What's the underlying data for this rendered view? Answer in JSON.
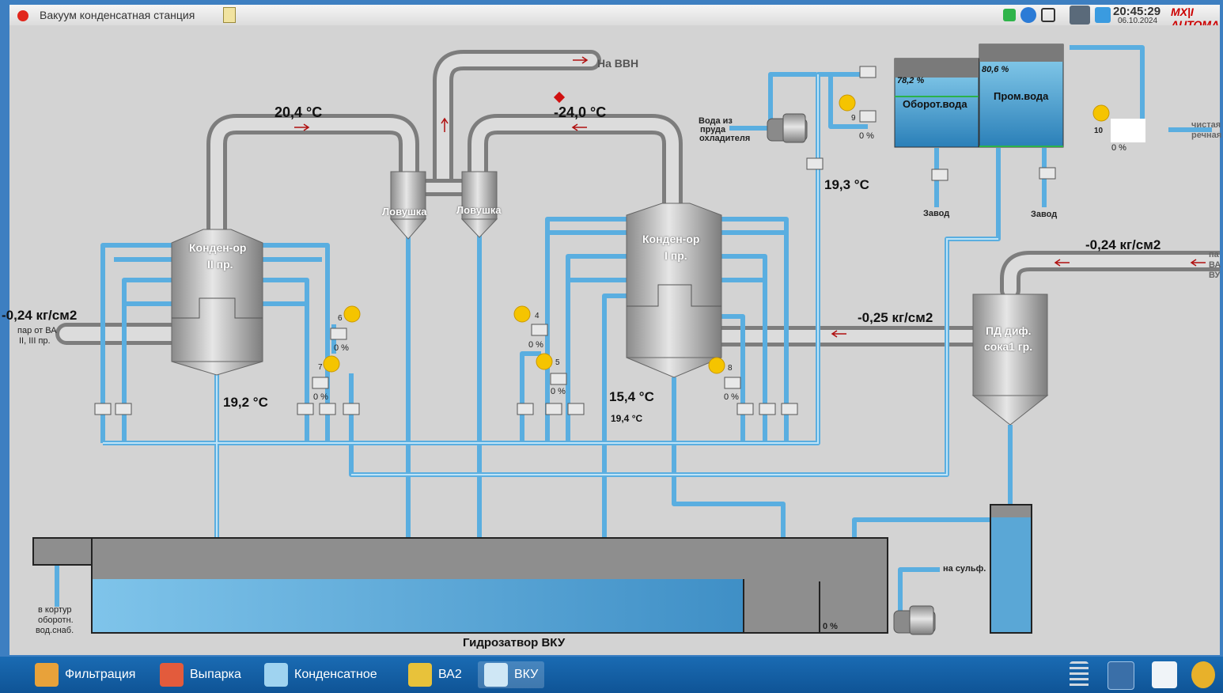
{
  "window": {
    "title": "Вакуум конденсатная станция"
  },
  "statusbar": {
    "time": "20:45:29",
    "date": "06.10.2024",
    "logo": "MX|I AUTOMA"
  },
  "colors": {
    "pipe_water": "#5aaee0",
    "pipe_steam": "#a8a8a8",
    "water": "#5aa7d6",
    "bg": "#d3d3d3",
    "hand": "#f5c400",
    "alarm": "#d01010"
  },
  "labels": {
    "to_vvn": "На ВВН",
    "t_top_left": "20,4 °С",
    "t_top_right": "-24,0 °С",
    "trap1": "Ловушка",
    "trap2": "Ловушка",
    "cond2_line1": "Конден-ор",
    "cond2_line2": "II пр.",
    "cond1_line1": "Конден-ор",
    "cond1_line2": "I пр.",
    "p_left": "-0,24 кг/см2",
    "steam_src1": "пар от ВА",
    "steam_src2": "II, III пр.",
    "t_cond2_out": "19,2 °С",
    "t_cond1_out": "15,4 °С",
    "t_cond1_out_small": "19,4 °С",
    "water_src1": "Вода из",
    "water_src2": "пруда",
    "water_src3": "охладителя",
    "t_supply": "19,3 °С",
    "tank1_level": "78,2 %",
    "tank1_name": "Оборот.вода",
    "tank2_level": "80,6 %",
    "tank2_name": "Пром.вода",
    "zavod1": "Завод",
    "zavod2": "Завод",
    "clean_water1": "чистая",
    "clean_water2": "речная",
    "p_right": "-0,24 кг/см2",
    "right_edge1": "па",
    "right_edge2": "ВА",
    "right_edge3": "ВУ",
    "p_mid": "-0,25 кг/см2",
    "pd_line1": "ПД диф.",
    "pd_line2": "сока1 гр.",
    "to_sulf": "на сульф.",
    "drain1": "в кортур",
    "drain2": "оборотн.",
    "drain3": "вод.снаб.",
    "seal": "Гидрозатвор ВКУ",
    "seal_level": "0 %"
  },
  "valves": [
    {
      "num": "4",
      "pct": "0 %"
    },
    {
      "num": "5",
      "pct": "0 %"
    },
    {
      "num": "6",
      "pct": "0 %"
    },
    {
      "num": "7",
      "pct": "0 %"
    },
    {
      "num": "8",
      "pct": "0 %"
    },
    {
      "num": "9",
      "pct": "0 %"
    },
    {
      "num": "10",
      "pct": "0 %"
    }
  ],
  "taskbar": [
    {
      "label": "Фильтрация"
    },
    {
      "label": "Выпарка"
    },
    {
      "label": "Конденсатное"
    },
    {
      "label": "ВА2"
    },
    {
      "label": "ВКУ"
    }
  ]
}
